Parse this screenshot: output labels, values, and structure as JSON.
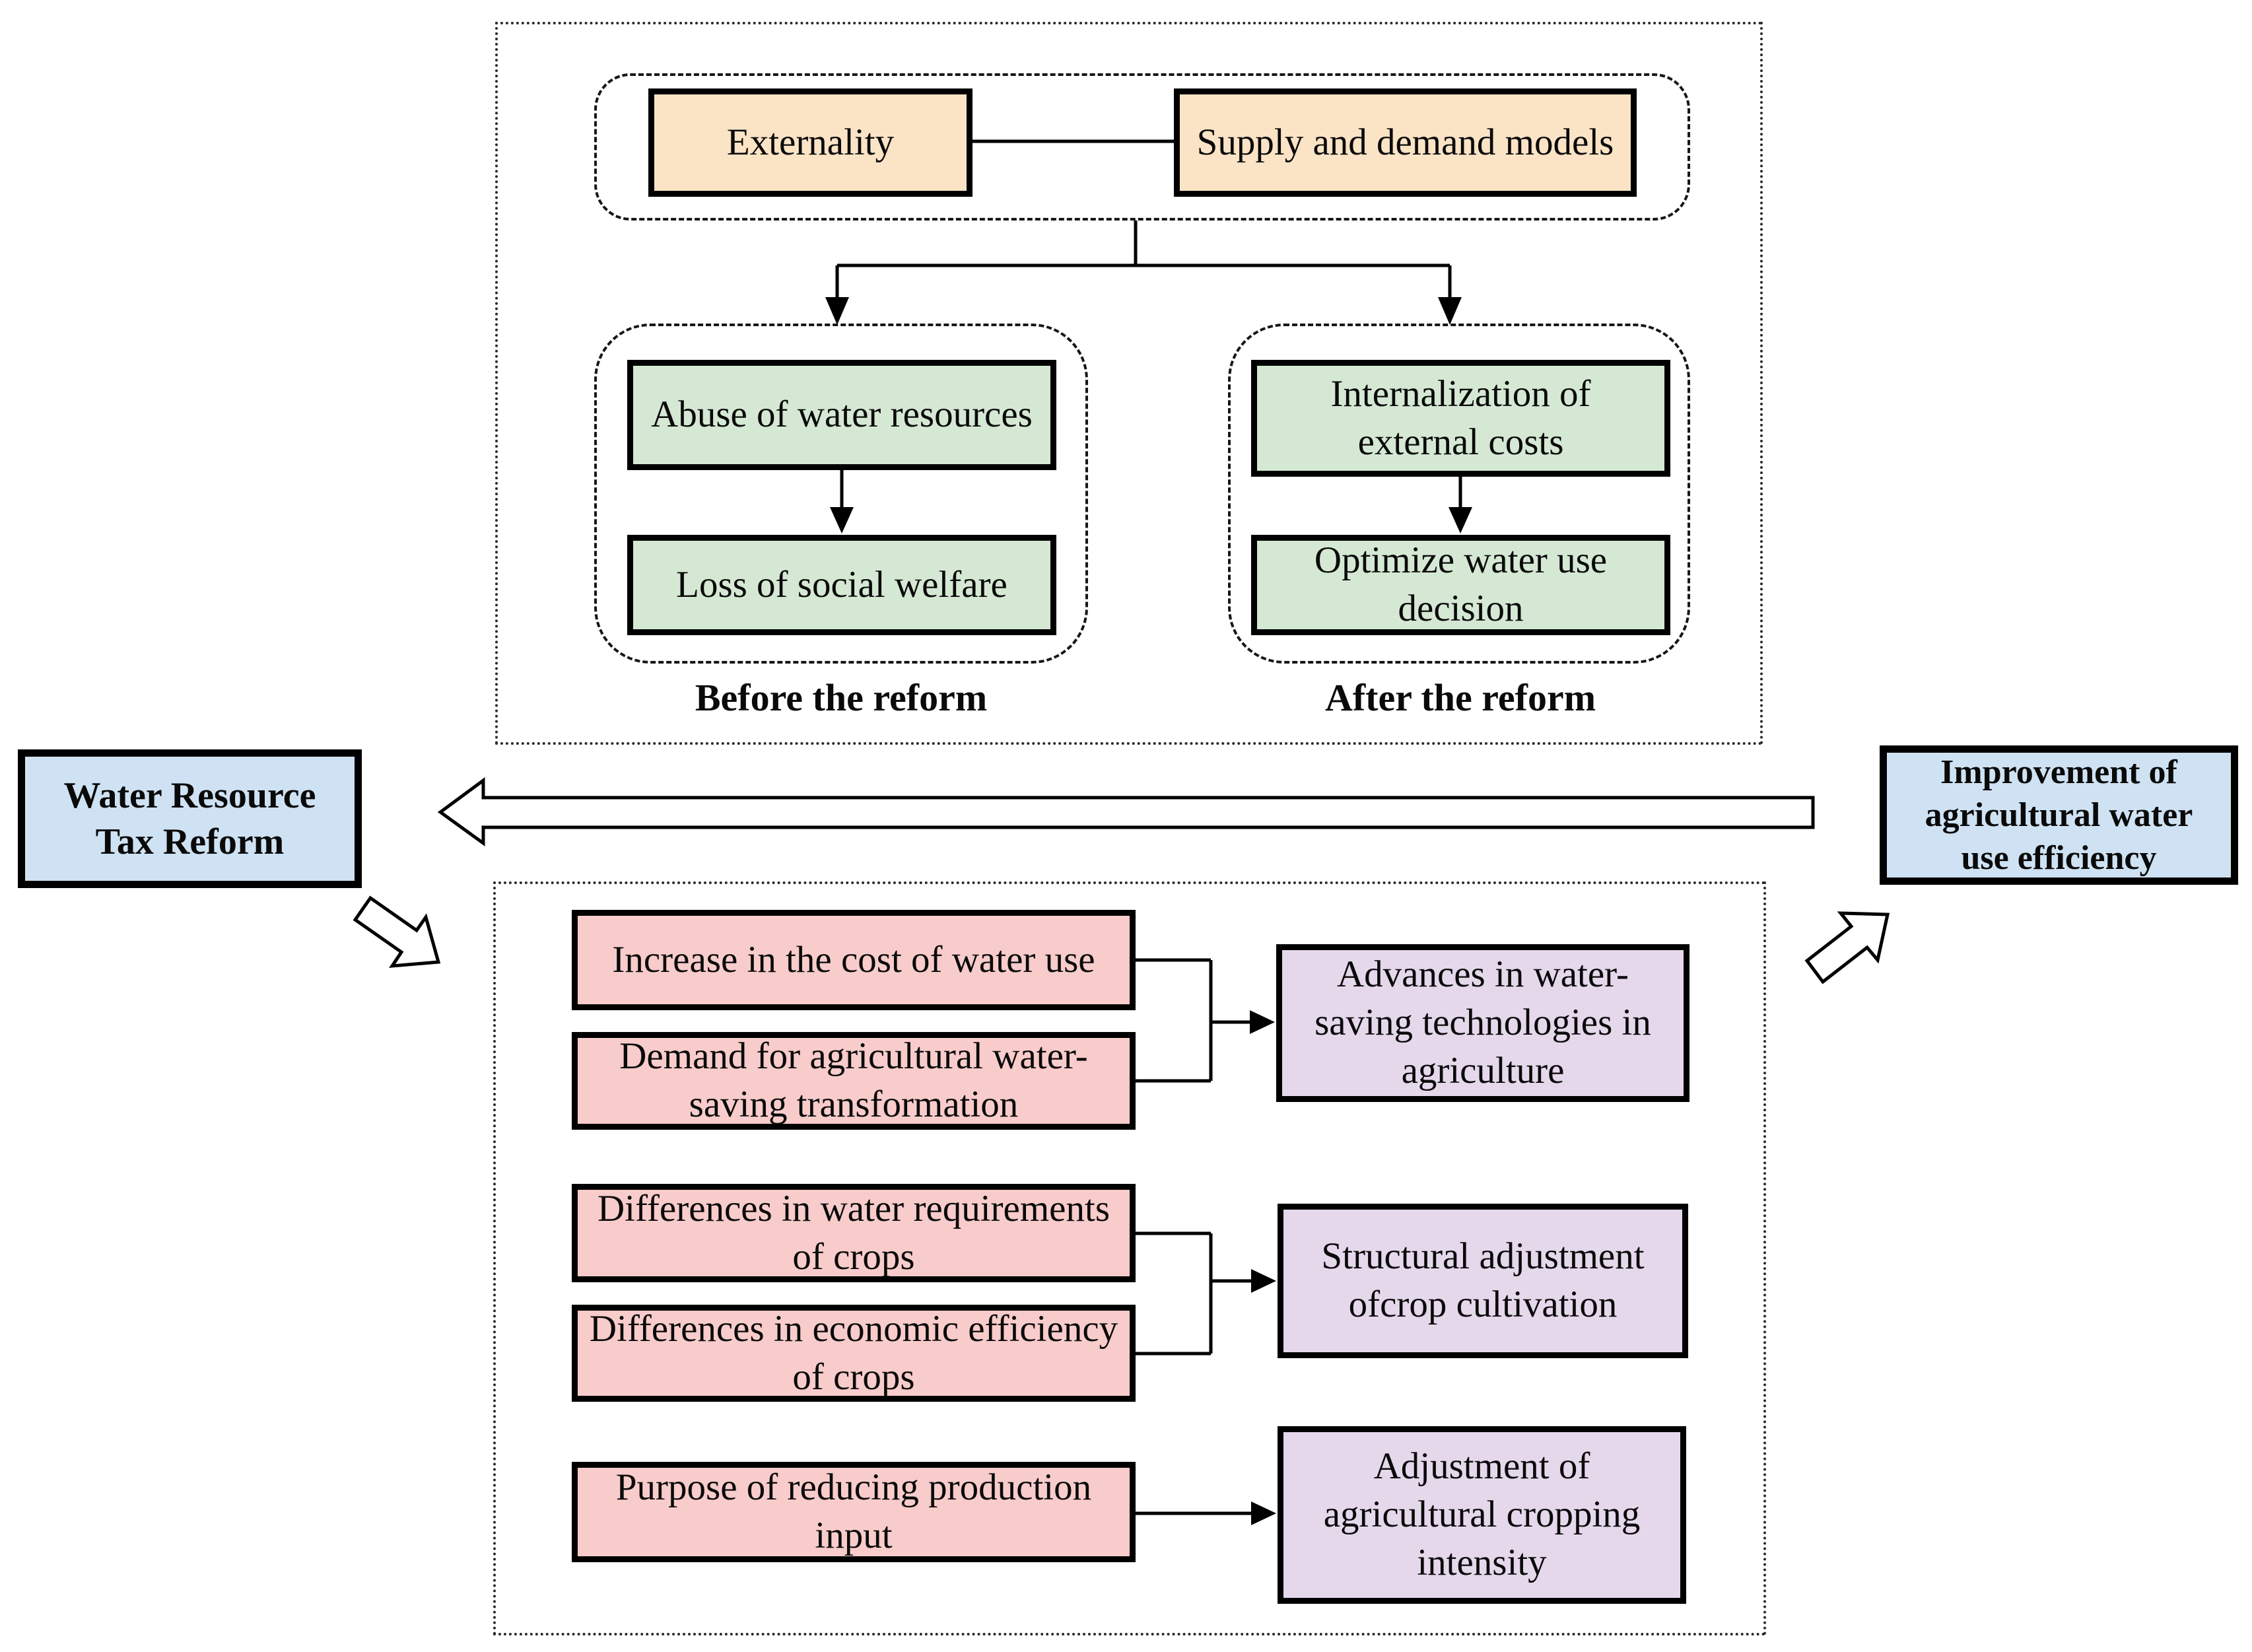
{
  "top_section": {
    "theory": {
      "externality": "Externality",
      "supply_demand": "Supply and demand models"
    },
    "before_group": {
      "box1": "Abuse of water resources",
      "box2": "Loss of social welfare",
      "label": "Before the reform"
    },
    "after_group": {
      "box1": "Internalization of external costs",
      "box2": "Optimize water use decision",
      "label": "After the reform"
    }
  },
  "side_boxes": {
    "left": "Water Resource Tax Reform",
    "right": "Improvement of agricultural water use efficiency"
  },
  "bottom_section": {
    "causes": [
      "Increase in the cost of water use",
      "Demand for agricultural water-saving transformation",
      "Differences in water requirements of crops",
      "Differences in economic efficiency of crops",
      "Purpose of reducing production input"
    ],
    "effects": [
      "Advances in water-saving technologies in agriculture",
      "Structural adjustment ofcrop cultivation",
      "Adjustment of agricultural cropping intensity"
    ]
  },
  "colors": {
    "orange": "#FBE3C6",
    "green": "#D5E8D4",
    "blue": "#CFE2F3",
    "pink": "#F8CCCB",
    "purple": "#E5D8EB",
    "line": "#000000",
    "background": "#FFFFFF"
  }
}
